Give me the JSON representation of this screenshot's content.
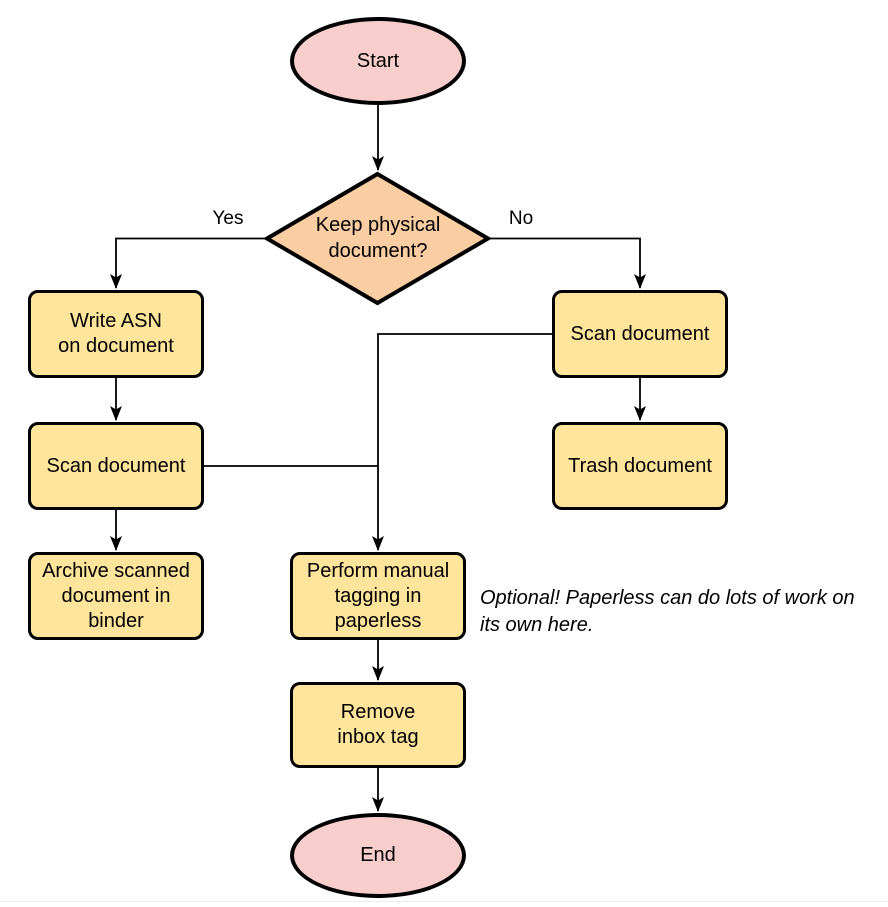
{
  "diagram": {
    "type": "flowchart",
    "colors": {
      "terminal_fill": "#F8CECC",
      "decision_fill": "#FACDA2",
      "process_fill": "#FFE59C",
      "stroke": "#000000",
      "background": "#FFFFFF",
      "divider": "#E9EEF3"
    },
    "nodes": {
      "start": {
        "label": "Start",
        "type": "terminal"
      },
      "keep_physical": {
        "label": "Keep physical\ndocument?",
        "type": "decision"
      },
      "write_asn": {
        "label": "Write ASN\non document",
        "type": "process"
      },
      "scan_document_left": {
        "label": "Scan document",
        "type": "process"
      },
      "archive_scanned": {
        "label": "Archive scanned\ndocument in\nbinder",
        "type": "process"
      },
      "scan_document_right": {
        "label": "Scan document",
        "type": "process"
      },
      "trash_document": {
        "label": "Trash document",
        "type": "process"
      },
      "manual_tagging": {
        "label": "Perform manual\ntagging in\npaperless",
        "type": "process"
      },
      "remove_inbox_tag": {
        "label": "Remove\ninbox tag",
        "type": "process"
      },
      "end": {
        "label": "End",
        "type": "terminal"
      }
    },
    "edge_labels": {
      "yes": "Yes",
      "no": "No"
    },
    "annotation": "Optional! Paperless can do lots of work on\nits own here."
  }
}
